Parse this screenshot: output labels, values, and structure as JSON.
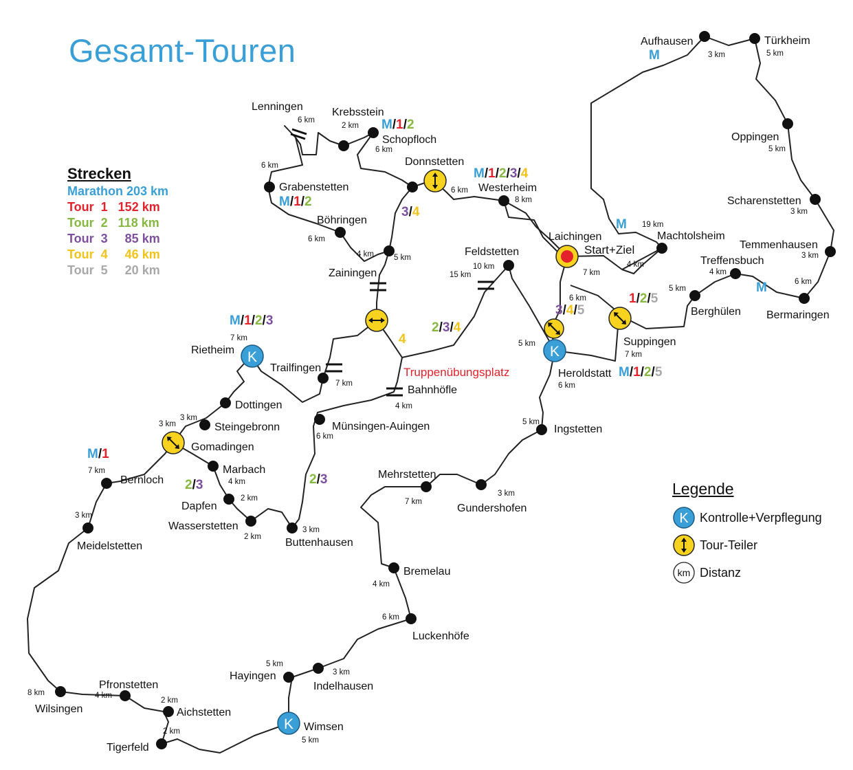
{
  "title": "Gesamt-Touren",
  "colors": {
    "marathon": "#3a9fd6",
    "tour1": "#e3222b",
    "tour2": "#86b840",
    "tour3": "#7e4f9e",
    "tour4": "#f2c318",
    "tour5": "#a8a8a8",
    "truppen": "#e3222b"
  },
  "strecken": {
    "heading": "Strecken",
    "items": [
      {
        "label": "Marathon 203 km",
        "color": "#3a9fd6"
      },
      {
        "label": "Tour  1   152 km",
        "color": "#e3222b"
      },
      {
        "label": "Tour  2   118 km",
        "color": "#86b840"
      },
      {
        "label": "Tour  3     85 km",
        "color": "#7e4f9e"
      },
      {
        "label": "Tour  4     46 km",
        "color": "#f2c318"
      },
      {
        "label": "Tour  5     20 km",
        "color": "#a8a8a8"
      }
    ]
  },
  "legend": {
    "heading": "Legende",
    "kontrolle": "Kontrolle+Verpflegung",
    "teiler": "Tour-Teiler",
    "distanz": "Distanz",
    "k_symbol": "K",
    "km_symbol": "km"
  },
  "places": {
    "aufhausen": "Aufhausen",
    "tuerkheim": "Türkheim",
    "lenningen": "Lenningen",
    "krebsstein": "Krebsstein",
    "schopfloch": "Schopfloch",
    "donnstetten": "Donnstetten",
    "westerheim": "Westerheim",
    "grabenstetten": "Grabenstetten",
    "boehringen": "Böhringen",
    "zainingen": "Zainingen",
    "feldstetten": "Feldstetten",
    "laichingen": "Laichingen",
    "start_ziel": "Start+Ziel",
    "machtolsheim": "Machtolsheim",
    "oppingen": "Oppingen",
    "scharenstetten": "Scharenstetten",
    "temmenhausen": "Temmenhausen",
    "treffensbuch": "Treffensbuch",
    "bermaringen": "Bermaringen",
    "berghuelen": "Berghülen",
    "suppingen": "Suppingen",
    "heroldstatt": "Heroldstatt",
    "rietheim": "Rietheim",
    "trailfingen": "Trailfingen",
    "truppen": "Truppenübungsplatz",
    "bahnhoefle": "Bahnhöfle",
    "dottingen": "Dottingen",
    "steingebronn": "Steingebronn",
    "gomadingen": "Gomadingen",
    "muensingen": "Münsingen-Auingen",
    "ingstetten": "Ingstetten",
    "marbach": "Marbach",
    "bernloch": "Bernloch",
    "mehrstetten": "Mehrstetten",
    "gundershofen": "Gundershofen",
    "dapfen": "Dapfen",
    "wasserstetten": "Wasserstetten",
    "buttenhausen": "Buttenhausen",
    "meidelstetten": "Meidelstetten",
    "bremelau": "Bremelau",
    "luckenhoefe": "Luckenhöfe",
    "hayingen": "Hayingen",
    "indelhausen": "Indelhausen",
    "pfronstetten": "Pfronstetten",
    "wilsingen": "Wilsingen",
    "aichstetten": "Aichstetten",
    "wimsen": "Wimsen",
    "tigerfeld": "Tigerfeld"
  },
  "distances": {
    "d1": "3 km",
    "d2": "5 km",
    "d3": "6 km",
    "d4": "2 km",
    "d5": "6 km",
    "d6": "6 km",
    "d7": "6 km",
    "d8": "8 km",
    "d9": "6 km",
    "d10": "5 km",
    "d11": "4 km",
    "d12": "5 km",
    "d13": "10 km",
    "d14": "15 km",
    "d15": "19 km",
    "d16": "4 km",
    "d17": "7 km",
    "d18": "5 km",
    "d19": "3 km",
    "d20": "3 km",
    "d21": "4 km",
    "d22": "5 km",
    "d23": "6 km",
    "d24": "6 km",
    "d25": "5 km",
    "d26": "7 km",
    "d27": "7 km",
    "d28": "7 km",
    "d29": "4 km",
    "d30": "3 km",
    "d31": "3 km",
    "d32": "6 km",
    "d33": "6 km",
    "d34": "6 km",
    "d35": "4 km",
    "d36": "7 km",
    "d37": "3 km",
    "d38": "7 km",
    "d39": "2 km",
    "d40": "2 km",
    "d41": "3 km",
    "d42": "3 km",
    "d43": "4 km",
    "d44": "6 km",
    "d45": "5 km",
    "d46": "3 km",
    "d47": "8 km",
    "d48": "4 km",
    "d49": "2 km",
    "d50": "2 km",
    "d51": "5 km"
  },
  "markers": {
    "k_label": "K",
    "sep": "/",
    "m": "M",
    "t1": "1",
    "t2": "2",
    "t3": "3",
    "t4": "4",
    "t5": "5"
  }
}
